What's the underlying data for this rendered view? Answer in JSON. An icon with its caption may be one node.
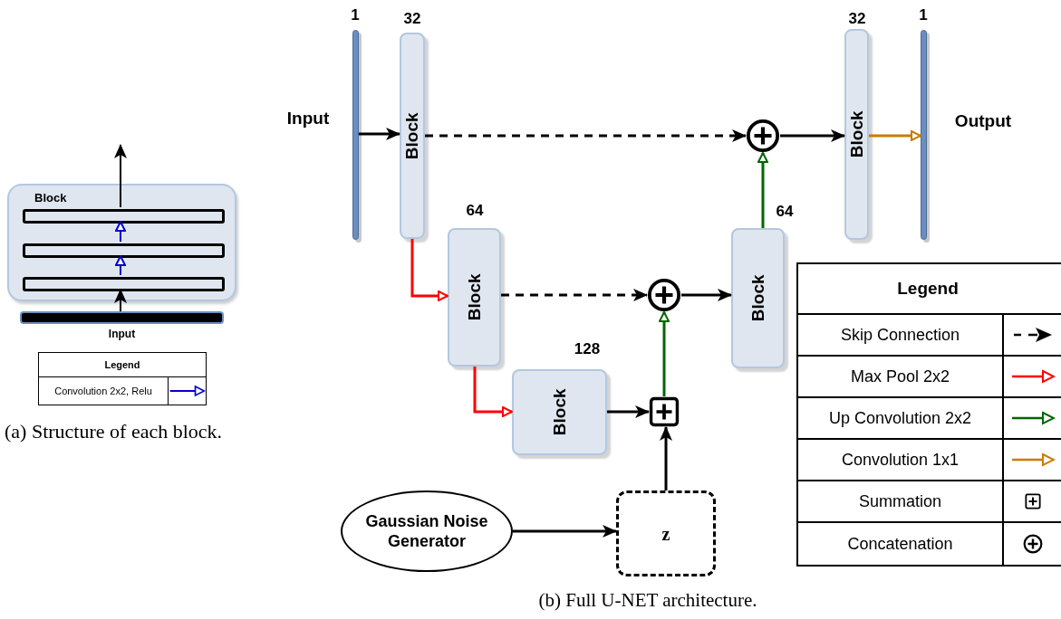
{
  "diagram": {
    "nodes": [
      {
        "text": [
          "Block"
        ]
      },
      {
        "text": [],
        "shape": "bar",
        "in": 0
      },
      {
        "text": [],
        "shape": "bar",
        "in": 0
      },
      {
        "text": [],
        "shape": "bar",
        "in": 0
      },
      {
        "text": [
          "Input"
        ]
      },
      {
        "text": [],
        "shape": "bar",
        "beside": [
          "1",
          "Input"
        ]
      },
      {
        "text": [
          "Block"
        ],
        "beside": [
          "32"
        ]
      },
      {
        "text": [
          "Block"
        ],
        "beside": [
          "64"
        ]
      },
      {
        "text": [
          "Block"
        ],
        "beside": [
          "128"
        ]
      },
      {
        "text": [],
        "shape": "box"
      },
      {
        "text": [],
        "shape": "circle"
      },
      {
        "text": [
          "Block"
        ],
        "beside": [
          "64"
        ]
      },
      {
        "text": [],
        "shape": "circle"
      },
      {
        "text": [
          "Block"
        ],
        "beside": [
          "32"
        ]
      },
      {
        "text": [],
        "shape": "bar",
        "beside": [
          "1",
          "Output"
        ]
      },
      {
        "text": [
          "Gaussian Noise Generator"
        ]
      },
      {
        "text": [
          "z"
        ]
      }
    ],
    "edges": [
      {
        "from": 4,
        "to": 3,
        "arrow": "to"
      },
      {
        "from": 3,
        "to": 2,
        "arrow": "to",
        "color": "#0000cc"
      },
      {
        "from": 2,
        "to": 1,
        "arrow": "to",
        "color": "#0000cc"
      },
      {
        "from": 1,
        "to": null,
        "arrow": "to"
      },
      {
        "from": 5,
        "to": 6,
        "arrow": "to"
      },
      {
        "from": 6,
        "to": 12,
        "arrow": "to",
        "style": "dashed"
      },
      {
        "from": 6,
        "to": 7,
        "arrow": "to",
        "color": "#ff0000"
      },
      {
        "from": 7,
        "to": 10,
        "arrow": "to",
        "style": "dashed"
      },
      {
        "from": 7,
        "to": 8,
        "arrow": "to",
        "color": "#ff0000"
      },
      {
        "from": 8,
        "to": 9,
        "arrow": "to"
      },
      {
        "from": 16,
        "to": 9,
        "arrow": "to"
      },
      {
        "from": 15,
        "to": 16,
        "arrow": "to"
      },
      {
        "from": 9,
        "to": 10,
        "arrow": "to",
        "color": "#006600"
      },
      {
        "from": 10,
        "to": 11,
        "arrow": "to"
      },
      {
        "from": 11,
        "to": 12,
        "arrow": "to",
        "color": "#006600"
      },
      {
        "from": 12,
        "to": 13,
        "arrow": "to"
      },
      {
        "from": 13,
        "to": 14,
        "arrow": "to",
        "color": "#cc7a00"
      }
    ],
    "labels": [
      "Legend",
      "(a) Structure of each block.",
      "Legend",
      "(b) Full U-NET architecture."
    ],
    "legend": [
      {
        "text": "Convolution 2x2, Relu"
      },
      {
        "text": "Skip Connection"
      },
      {
        "text": "Max Pool 2x2"
      },
      {
        "text": "Up Convolution 2x2"
      },
      {
        "text": "Convolution 1x1"
      },
      {
        "text": "Summation"
      },
      {
        "text": "Concatenation"
      }
    ]
  }
}
